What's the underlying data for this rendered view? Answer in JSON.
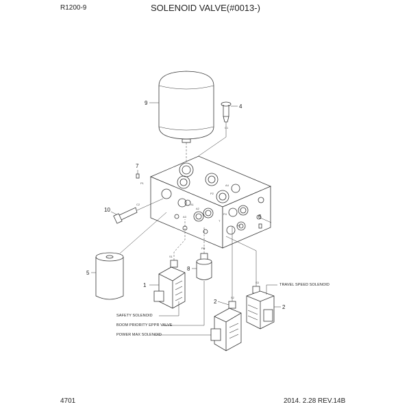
{
  "header": {
    "model": "R1200-9",
    "title": "SOLENOID VALVE(#0013-)"
  },
  "footer": {
    "page": "4701",
    "revision": "2014. 2.28  REV.14B"
  },
  "callouts": [
    "9",
    "4",
    "7",
    "10",
    "6",
    "5",
    "1",
    "8",
    "2",
    "2"
  ],
  "labels": {
    "travel_speed": "TRAVEL SPEED SOLENOID",
    "safety": "SAFETY SOLENOID",
    "boom_priority": "BOOM PRIORITY EPPR VALVE",
    "power_max": "POWER MAX SOLENOID"
  },
  "ports": [
    "C1",
    "P1",
    "C2",
    "A4",
    "P2",
    "A1",
    "A2",
    "A3",
    "P4",
    "T",
    "P3",
    "PR",
    "S1",
    "S2",
    "S3"
  ]
}
